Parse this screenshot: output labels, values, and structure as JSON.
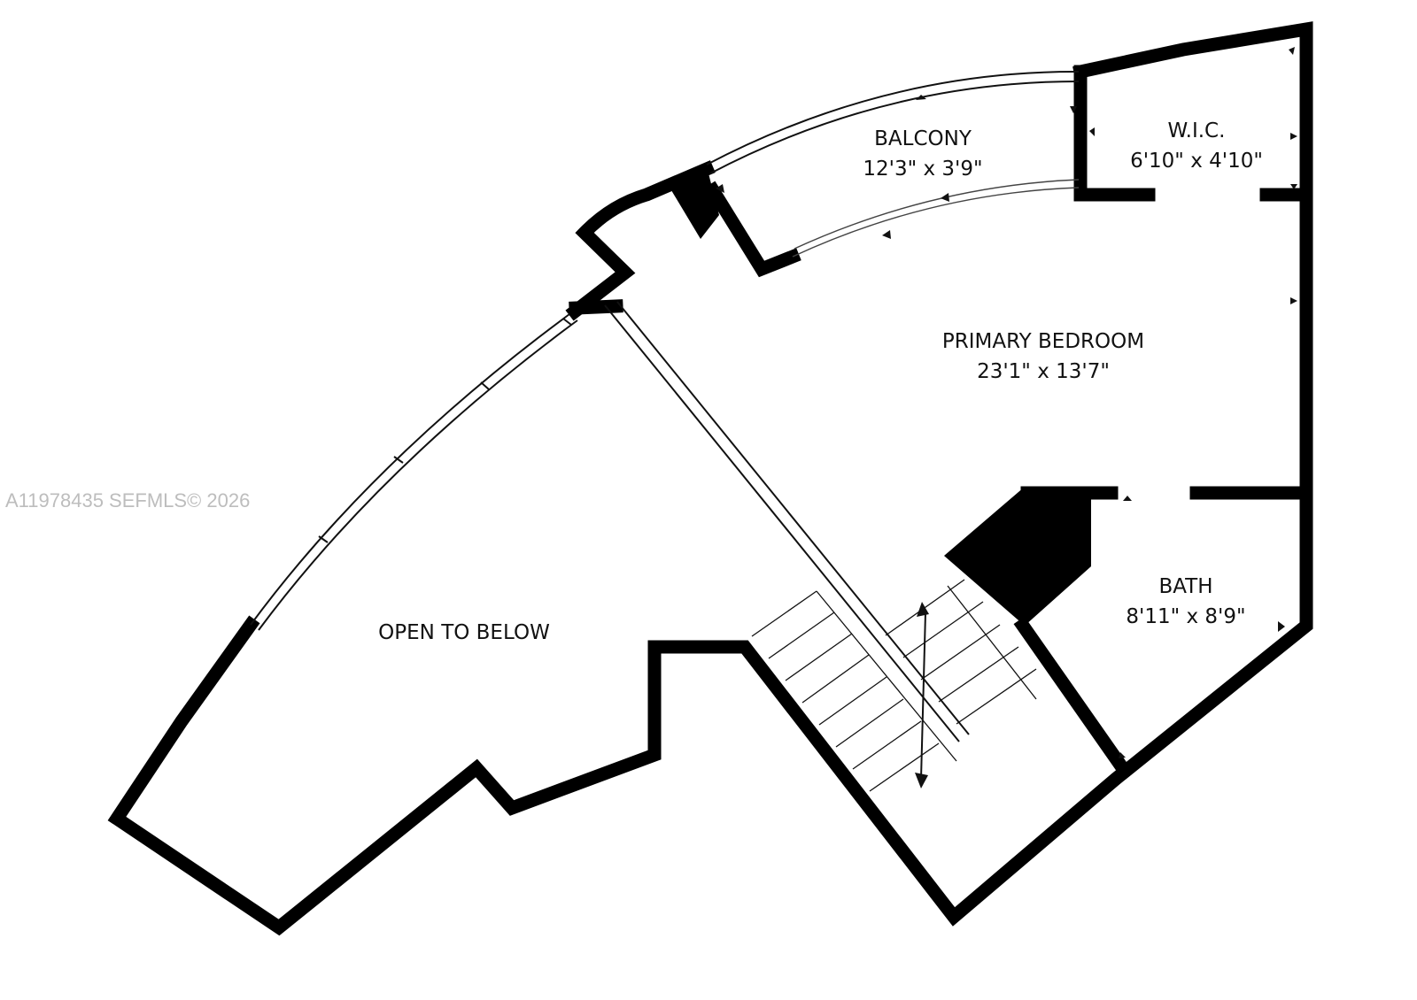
{
  "rooms": [
    {
      "id": "balcony",
      "name": "BALCONY",
      "dims": "12'3\" x 3'9\""
    },
    {
      "id": "wic",
      "name": "W.I.C.",
      "dims": "6'10\" x 4'10\""
    },
    {
      "id": "primary-bedroom",
      "name": "PRIMARY BEDROOM",
      "dims": "23'1\" x 13'7\""
    },
    {
      "id": "bath",
      "name": "BATH",
      "dims": "8'11\" x 8'9\""
    },
    {
      "id": "open-to-below",
      "name": "OPEN TO BELOW",
      "dims": ""
    }
  ],
  "watermark": "A11978435  SEFMLS© 2026",
  "colors": {
    "wall": "#000000",
    "background": "#ffffff",
    "watermark": "#bdbdbd"
  }
}
